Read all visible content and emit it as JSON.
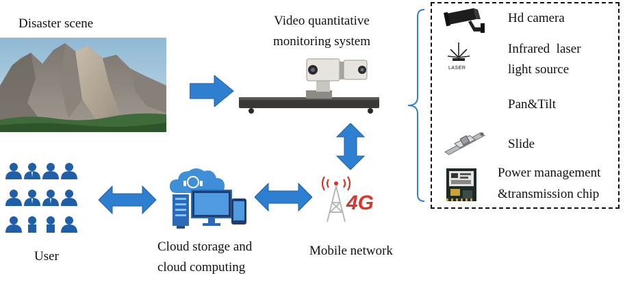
{
  "labels": {
    "disaster_scene": "Disaster scene",
    "video_system_line1": "Video quantitative",
    "video_system_line2": "monitoring system",
    "user": "User",
    "cloud_line1": "Cloud storage and",
    "cloud_line2": "cloud computing",
    "mobile_network": "Mobile network",
    "network_badge": "4G",
    "laser_icon_text": "LASER"
  },
  "components": [
    {
      "icon": "hd-camera-icon",
      "label_lines": [
        "Hd camera"
      ]
    },
    {
      "icon": "laser-icon",
      "label_lines": [
        "Infrared  laser",
        "light source"
      ]
    },
    {
      "icon": "pan-tilt-icon",
      "label_lines": [
        "Pan&Tilt"
      ]
    },
    {
      "icon": "slide-icon",
      "label_lines": [
        "Slide"
      ]
    },
    {
      "icon": "chip-icon",
      "label_lines": [
        "Power management",
        "&transmission chip"
      ]
    }
  ],
  "colors": {
    "arrow_blue": "#2f7fd1",
    "user_blue": "#1f5fa8",
    "signal_red": "#d8352b"
  }
}
